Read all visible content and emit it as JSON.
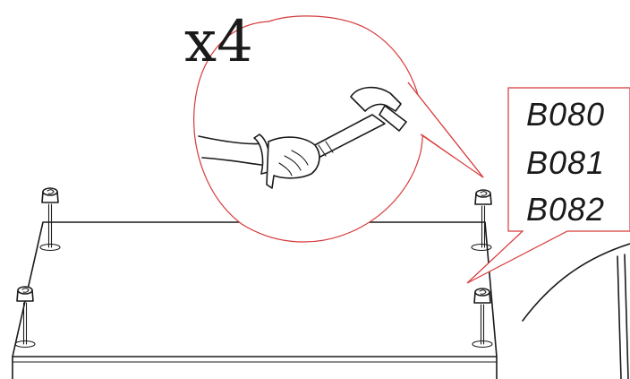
{
  "callout": {
    "quantity": "x4",
    "tool_icon": "hammer-in-hand-icon"
  },
  "part_codes": [
    "B080",
    "B081",
    "B082"
  ],
  "fasteners": [
    {
      "name": "cam-dowel-back-left"
    },
    {
      "name": "cam-dowel-back-right"
    },
    {
      "name": "cam-dowel-front-left"
    },
    {
      "name": "cam-dowel-front-right"
    }
  ],
  "colors": {
    "line": "#1a1a1a",
    "callout_outline": "#d63a3a",
    "background": "#ffffff"
  }
}
